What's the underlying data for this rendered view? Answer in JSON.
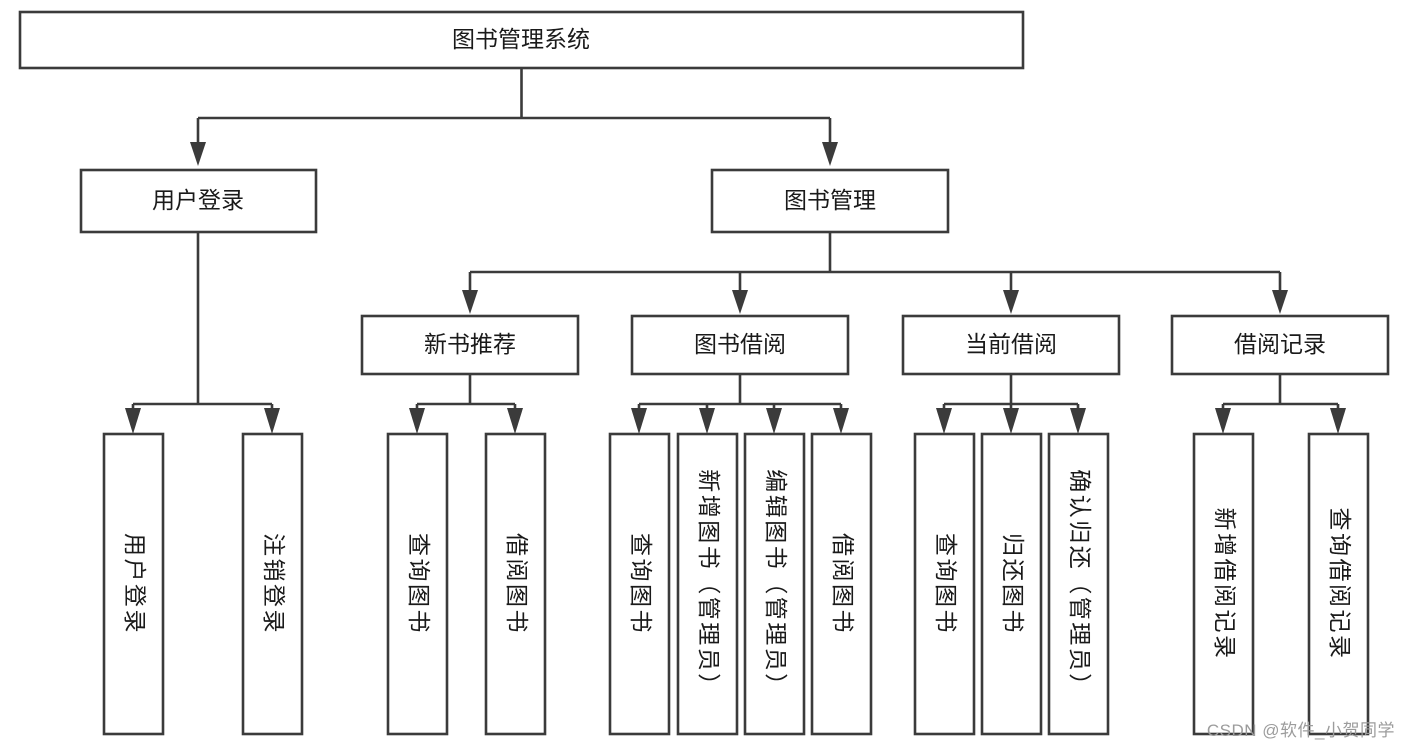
{
  "diagram": {
    "title": "图书管理系统",
    "type": "tree",
    "orientation": "top-down",
    "colors": {
      "box_stroke": "#3b3b3b",
      "box_fill": "#ffffff",
      "connector": "#3b3b3b",
      "text": "#1a1a1a",
      "watermark": "#9c9c9c",
      "background": "#ffffff"
    },
    "root": {
      "label": "图书管理系统"
    },
    "level2": [
      {
        "label": "用户登录"
      },
      {
        "label": "图书管理"
      }
    ],
    "level3": [
      {
        "label": "新书推荐"
      },
      {
        "label": "图书借阅"
      },
      {
        "label": "当前借阅"
      },
      {
        "label": "借阅记录"
      }
    ],
    "leaves": {
      "user_login": [
        {
          "label": "用户登录"
        },
        {
          "label": "注销登录"
        }
      ],
      "new_book_recommend": [
        {
          "label": "查询图书"
        },
        {
          "label": "借阅图书"
        }
      ],
      "book_borrow": [
        {
          "label": "查询图书"
        },
        {
          "label": "新增图书（管理员）"
        },
        {
          "label": "编辑图书（管理员）"
        },
        {
          "label": "借阅图书"
        }
      ],
      "current_borrow": [
        {
          "label": "查询图书"
        },
        {
          "label": "归还图书"
        },
        {
          "label": "确认归还（管理员）"
        }
      ],
      "borrow_record": [
        {
          "label": "新增借阅记录"
        },
        {
          "label": "查询借阅记录"
        }
      ]
    }
  },
  "watermark": {
    "text": "CSDN @软件_小贺同学"
  }
}
